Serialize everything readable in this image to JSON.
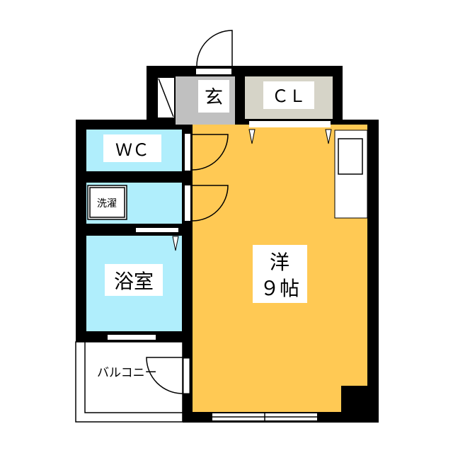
{
  "colors": {
    "wall": "#000000",
    "western_room": "#ffc954",
    "water_rooms": "#b0eefc",
    "entrance": "#c0c0c0",
    "closet": "#d6d4c8",
    "label_bg": "#ffffff"
  },
  "rooms": {
    "entrance": {
      "label": "玄"
    },
    "closet": {
      "label": "ＣＬ"
    },
    "toilet": {
      "label": "ＷＣ"
    },
    "washer": {
      "label": "洗濯"
    },
    "bath": {
      "label": "浴室"
    },
    "western": {
      "label_line1": "洋",
      "label_line2": "９帖"
    },
    "balcony": {
      "label": "バルコニー"
    }
  }
}
